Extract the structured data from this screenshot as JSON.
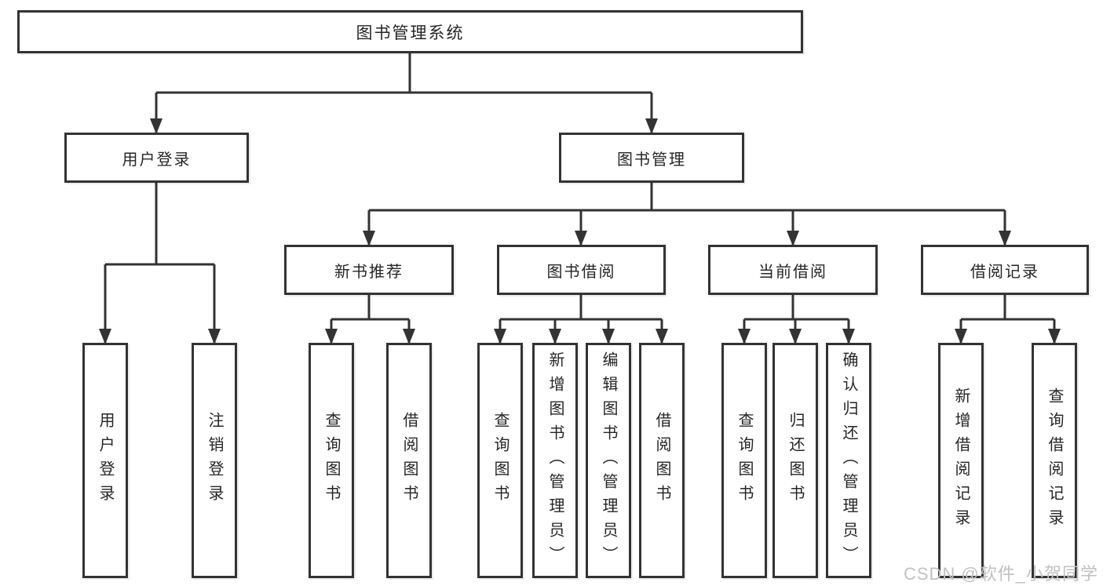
{
  "colors": {
    "line": "#333333",
    "box_border": "#333333",
    "text": "#262626",
    "background": "#ffffff",
    "watermark": "#c2c0c0"
  },
  "tree": {
    "root": {
      "label": "图书管理系统",
      "children": [
        {
          "label": "用户登录",
          "children": [
            {
              "label": "用户登录"
            },
            {
              "label": "注销登录"
            }
          ]
        },
        {
          "label": "图书管理",
          "children": [
            {
              "label": "新书推荐",
              "children": [
                {
                  "label": "查询图书"
                },
                {
                  "label": "借阅图书"
                }
              ]
            },
            {
              "label": "图书借阅",
              "children": [
                {
                  "label": "查询图书"
                },
                {
                  "label": "新增图书（管理员）"
                },
                {
                  "label": "编辑图书（管理员）"
                },
                {
                  "label": "借阅图书"
                }
              ]
            },
            {
              "label": "当前借阅",
              "children": [
                {
                  "label": "查询图书"
                },
                {
                  "label": "归还图书"
                },
                {
                  "label": "确认归还（管理员）"
                }
              ]
            },
            {
              "label": "借阅记录",
              "children": [
                {
                  "label": "新增借阅记录"
                },
                {
                  "label": "查询借阅记录"
                }
              ]
            }
          ]
        }
      ]
    }
  },
  "watermark": {
    "text": "CSDN @软件_小贺同学"
  }
}
